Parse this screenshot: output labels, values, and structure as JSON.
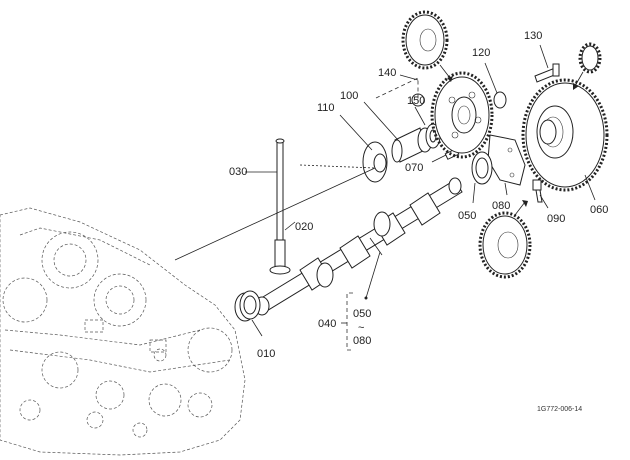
{
  "diagram": {
    "reference_code": "1G772-006-14",
    "callouts": [
      {
        "id": "c010",
        "text": "010"
      },
      {
        "id": "c020",
        "text": "020"
      },
      {
        "id": "c030",
        "text": "030"
      },
      {
        "id": "c040",
        "text": "040"
      },
      {
        "id": "c050",
        "text": "050"
      },
      {
        "id": "c050b",
        "text": "050"
      },
      {
        "id": "c060",
        "text": "060"
      },
      {
        "id": "c070",
        "text": "070"
      },
      {
        "id": "c080",
        "text": "080"
      },
      {
        "id": "c080b",
        "text": "080"
      },
      {
        "id": "c090",
        "text": "090"
      },
      {
        "id": "c100",
        "text": "100"
      },
      {
        "id": "c110",
        "text": "110"
      },
      {
        "id": "c120",
        "text": "120"
      },
      {
        "id": "c130",
        "text": "130"
      },
      {
        "id": "c140",
        "text": "140"
      },
      {
        "id": "c150",
        "text": "150"
      }
    ],
    "range_symbol": "~"
  }
}
